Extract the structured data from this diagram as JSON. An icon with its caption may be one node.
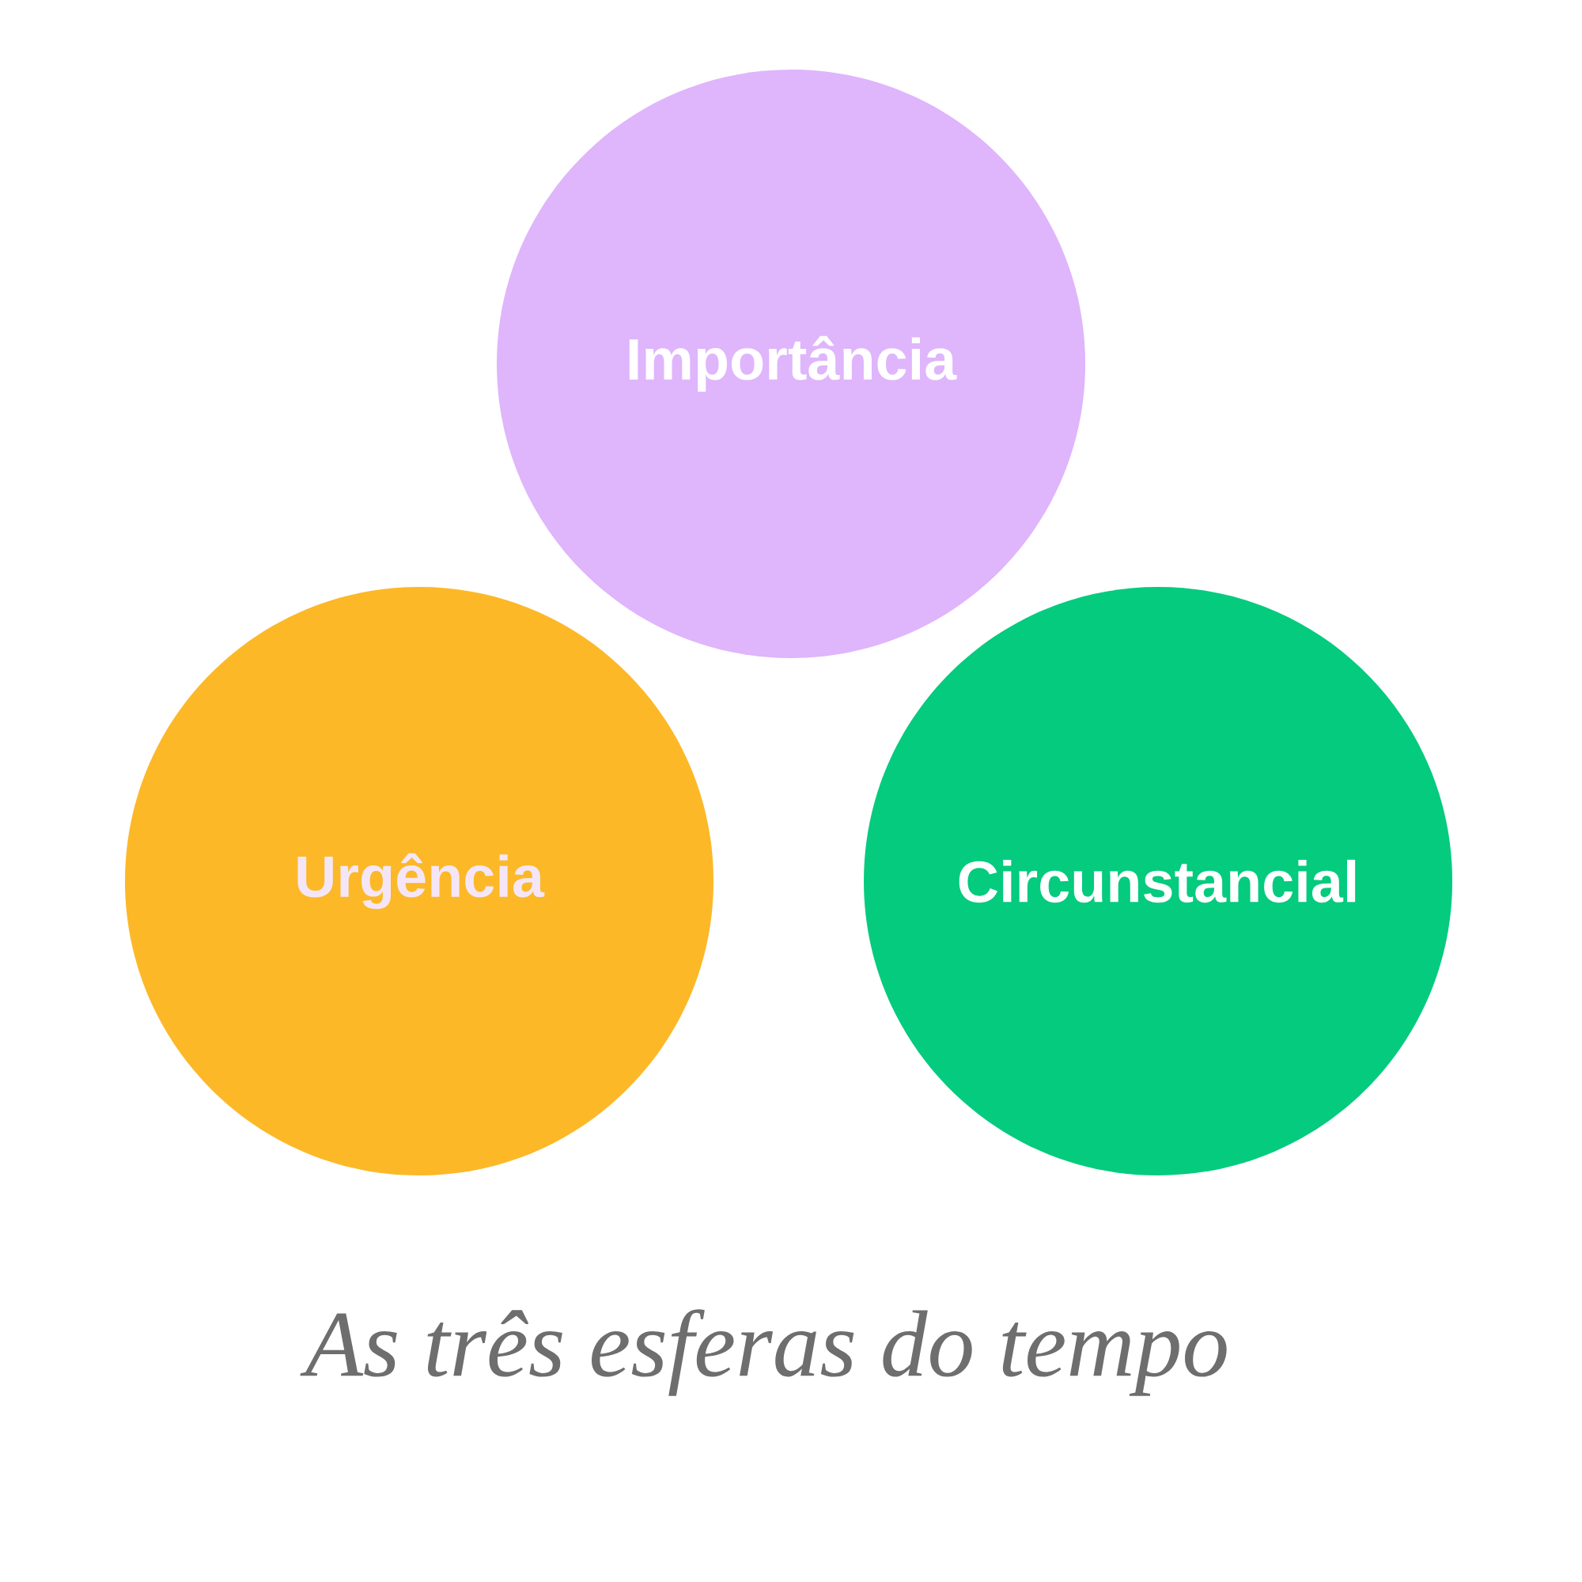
{
  "diagram": {
    "title": "As três esferas do tempo",
    "nodes": [
      {
        "text": [
          "Importância"
        ]
      },
      {
        "text": [
          "Urgência"
        ]
      },
      {
        "text": [
          "Circunstancial"
        ]
      }
    ]
  }
}
